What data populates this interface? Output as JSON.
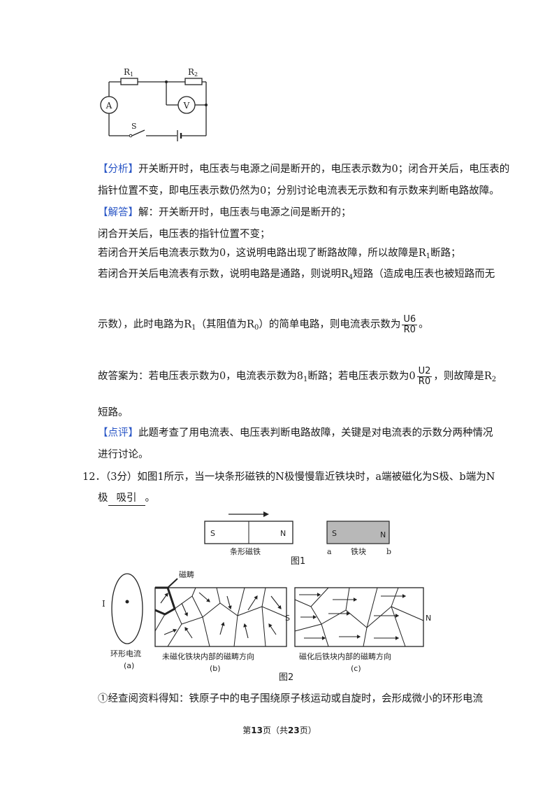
{
  "circuit": {
    "r1": "R1",
    "r2": "R2",
    "ammeter": "A",
    "voltmeter": "V",
    "switch": "S"
  },
  "analysis": {
    "tag": "【分析】",
    "line1": "开关断开时，电压表与电源之间是断开的，电压表示数为0；闭合开关后，电压表的",
    "line2": "指针位置不变，即电压表示数仍然为0；分别讨论电流表无示数和有示数来判断电路故障。"
  },
  "answer": {
    "tag": "【解答】",
    "line1": "解：开关断开时，电压表与电源之间是断开的；",
    "line2": "闭合开关后，电压表的指针位置不变；",
    "line3_a": "若闭合开关后电流表示数为0，这说明电路出现了断路故障，所以故障是R",
    "line3_sub": "1",
    "line3_b": "断路；",
    "line4_a": "若闭合开关后电流表有示数，说明电路是通路，则说明R",
    "line4_sub": "4",
    "line4_b": "短路（造成电压表也被短路而无",
    "line5_a": "示数），此时电路为R",
    "line5_sub1": "1",
    "line5_b": "（其阻值为R",
    "line5_sub2": "0",
    "line5_c": "）的简单电路，则电流表示数为",
    "line5_num": "U6",
    "line5_den": "R0",
    "line5_end": "。",
    "line6_a": "故答案为：若电压表示数为0，电流表示数为8",
    "line6_sub": "1",
    "line6_b": "断路；若电压表示数为0",
    "line6_num": "U2",
    "line6_den": "R0",
    "line6_c": "，则故障是R",
    "line6_sub2": "2",
    "line7": "短路。"
  },
  "comment": {
    "tag": "【点评】",
    "line1": "此题考查了用电流表、电压表判断电路故障，关键是对电流表的示数分两种情况",
    "line2": "进行讨论。"
  },
  "question12": {
    "line1": "12．（3分）如图1所示，当一块条形磁铁的N极慢慢靠近铁块时，a端被磁化为S极、b端为N",
    "line2_a": "极",
    "answer": "吸引",
    "line2_b": "。"
  },
  "figure1": {
    "magnet_s": "S",
    "magnet_n": "N",
    "magnet_caption": "条形磁铁",
    "iron_s": "S",
    "iron_n": "N",
    "iron_caption": "铁块",
    "end_a": "a",
    "end_b": "b",
    "label": "图1"
  },
  "figure2": {
    "current_label": "I",
    "caption_a": "环形电流",
    "tag_a": "(a)",
    "domain_label": "磁畴",
    "caption_b": "未磁化铁块内部的磁畴方向",
    "tag_b": "(b)",
    "caption_c": "磁化后铁块内部的磁畴方向",
    "tag_c": "(c)",
    "pole_s": "S",
    "pole_n": "N",
    "label": "图2"
  },
  "point1": "①经查阅资料得知：铁原子中的电子围绕原子核运动或自旋时，会形成微小的环形电流",
  "footer": {
    "prefix": "第",
    "page": "13",
    "mid": "页（共",
    "total": "23",
    "suffix": "页）"
  }
}
